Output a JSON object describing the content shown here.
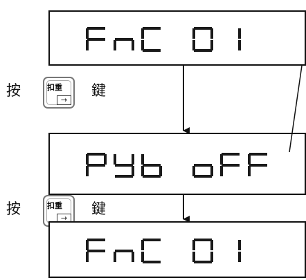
{
  "displays": [
    {
      "name": "display-fnc01-initial",
      "text": "FnC 01"
    },
    {
      "name": "display-pyb-off",
      "text": "PYb oFF"
    },
    {
      "name": "display-fnc01-final",
      "text": "FnC 01"
    }
  ],
  "steps": [
    {
      "press": "按",
      "key_label": "扣重",
      "key_arrow": "→",
      "suffix": "鍵"
    },
    {
      "press": "按",
      "key_label": "扣重",
      "key_arrow": "→",
      "suffix": "鍵"
    }
  ],
  "colors": {
    "ink": "#1a1a1a",
    "background": "#ffffff"
  }
}
